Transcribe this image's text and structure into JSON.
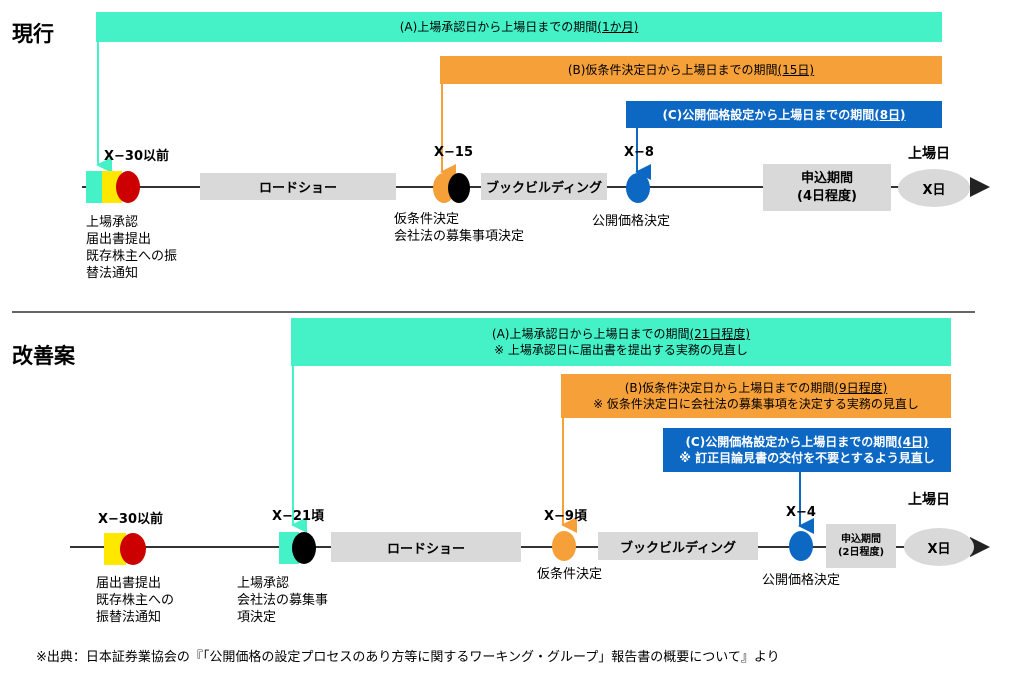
{
  "current": {
    "title": "現行",
    "bar_a": {
      "text": "(A)上場承認日から上場日までの期間",
      "emph": "(1か月)"
    },
    "bar_b": {
      "text": "(B)仮条件決定日から上場日までの期間",
      "emph": "(15日)"
    },
    "bar_c": {
      "text": "(C)公開価格設定から上場日までの期間",
      "emph": "(8日)"
    },
    "markers": {
      "start": "X−30以前",
      "x15": "X−15",
      "x8": "X−8",
      "listing_day": "上場日"
    },
    "roadshow": "ロードショー",
    "bookbuilding": "ブックビルディング",
    "subscription": {
      "line1": "申込期間",
      "line2": "(4日程度)"
    },
    "x_day": "X日",
    "desc_start": [
      "上場承認",
      "届出書提出",
      "既存株主への振",
      "替法通知"
    ],
    "desc_x15": [
      "仮条件決定",
      "会社法の募集事項決定"
    ],
    "desc_x8": [
      "公開価格決定"
    ]
  },
  "improved": {
    "title": "改善案",
    "bar_a": {
      "text": "(A)上場承認日から上場日までの期間",
      "emph": "(21日程度)",
      "note": "※ 上場承認日に届出書を提出する実務の見直し"
    },
    "bar_b": {
      "text": "(B)仮条件決定日から上場日までの期間",
      "emph": "(9日程度)",
      "note": "※ 仮条件決定日に会社法の募集事項を決定する実務の見直し"
    },
    "bar_c": {
      "text": "(C)公開価格設定から上場日までの期間",
      "emph": "(4日)",
      "note": "※ 訂正目論見書の交付を不要とするよう見直し"
    },
    "markers": {
      "start": "X−30以前",
      "x21": "X−21頃",
      "x9": "X−9頃",
      "x4": "X−4",
      "listing_day": "上場日"
    },
    "roadshow": "ロードショー",
    "bookbuilding": "ブックビルディング",
    "subscription": {
      "line1": "申込期間",
      "line2": "(2日程度)"
    },
    "x_day": "X日",
    "desc_start": [
      "届出書提出",
      "既存株主への",
      "振替法通知"
    ],
    "desc_x21": [
      "上場承認",
      "会社法の募集事",
      "項決定"
    ],
    "desc_x9": [
      "仮条件決定"
    ],
    "desc_x4": [
      "公開価格決定"
    ]
  },
  "source_note": "※出典：日本証券業協会の『「公開価格の設定プロセスのあり方等に関するワーキング・グループ」報告書の概要について』より",
  "colors": {
    "teal": "#45f2c8",
    "orange": "#f6a03a",
    "blue": "#0d68c4",
    "gray": "#d9d9d9",
    "yellow": "#ffe800",
    "red": "#cc0000"
  }
}
